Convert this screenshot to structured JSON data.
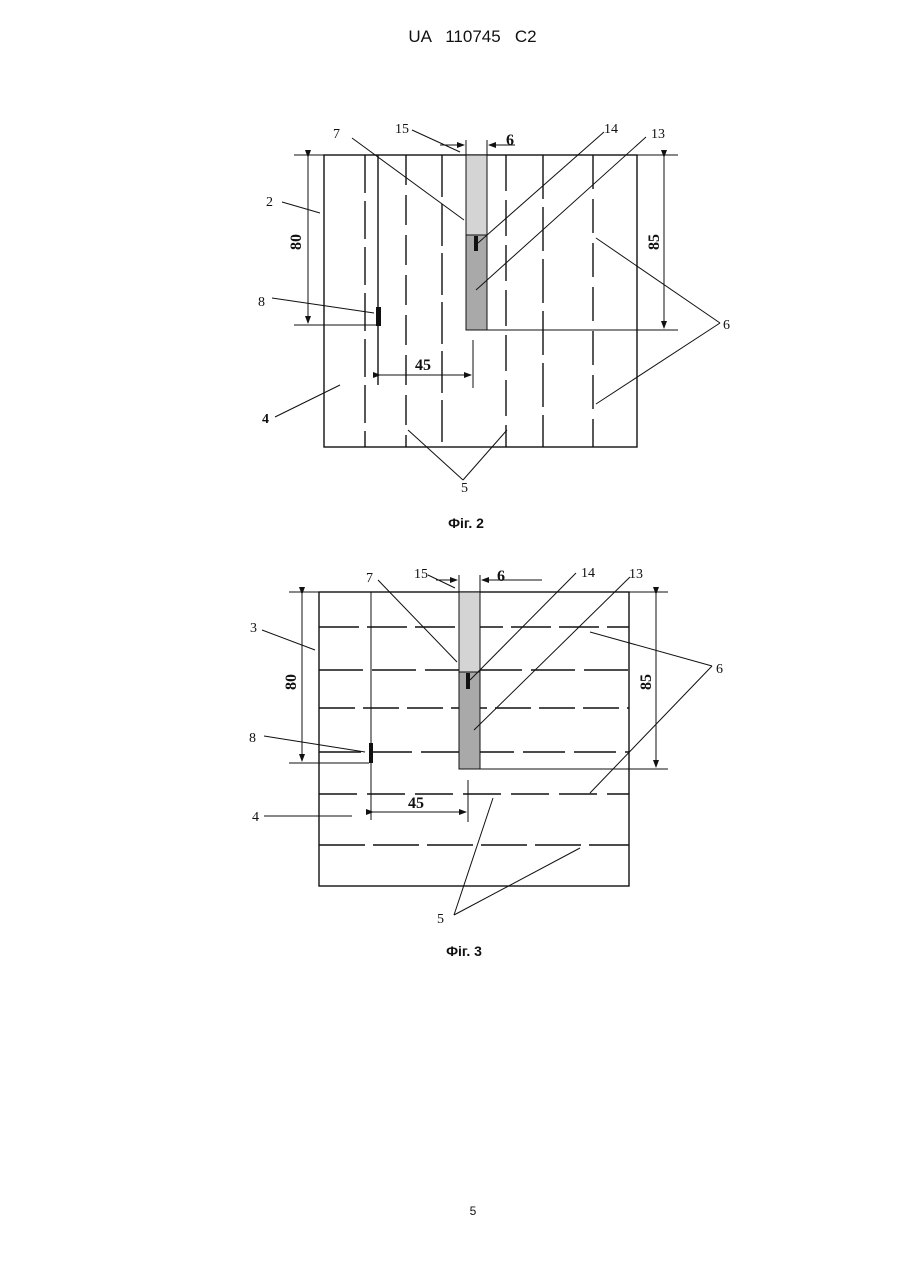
{
  "header": {
    "text": "UA   110745   C2"
  },
  "figure2": {
    "caption": "Фіг. 2",
    "labels": {
      "l2": "2",
      "l4": "4",
      "l5": "5",
      "l6": "6",
      "l7": "7",
      "l8": "8",
      "l13": "13",
      "l14": "14",
      "l15": "15"
    },
    "dims": {
      "d80": "80",
      "d85": "85",
      "d45": "45",
      "d6": "6"
    },
    "colors": {
      "upper_strip": "#d4d4d4",
      "lower_strip": "#a9a9a9",
      "line": "#111111"
    }
  },
  "figure3": {
    "caption": "Фіг. 3",
    "labels": {
      "l3": "3",
      "l4": "4",
      "l5": "5",
      "l6": "6",
      "l7": "7",
      "l8": "8",
      "l13": "13",
      "l14": "14",
      "l15": "15"
    },
    "dims": {
      "d80": "80",
      "d85": "85",
      "d45": "45",
      "d6": "6"
    },
    "colors": {
      "upper_strip": "#d4d4d4",
      "lower_strip": "#a9a9a9",
      "line": "#111111"
    }
  },
  "footer": {
    "page_number": "5"
  }
}
